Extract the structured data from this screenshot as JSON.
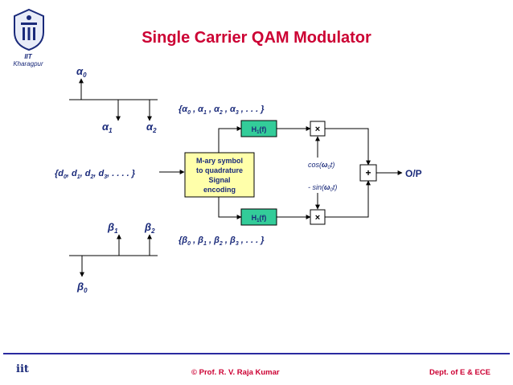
{
  "slide": {
    "title": "Single Carrier QAM Modulator",
    "logo_line1": "IIT",
    "logo_line2": "Kharagpur",
    "footer_logo": "iit",
    "footer_copyright": "© Prof. R. V. Raja Kumar",
    "footer_dept": "Dept. of E & ECE"
  },
  "diagram": {
    "alpha0": "α0",
    "alpha1": "α1",
    "alpha2": "α2",
    "beta0": "β0",
    "beta1": "β1",
    "beta2": "β2",
    "input_sequence": "{d0, d1, d2, d3, . . . . }",
    "alpha_sequence": "{α0 , α1 , α2 , α3 , . . . }",
    "beta_sequence": "{β0 , β1 , β2 , β3 , . . . }",
    "mapper_line1": "M-ary symbol",
    "mapper_line2": "to quadrature",
    "mapper_line3": "Signal",
    "mapper_line4": "encoding",
    "filter_top": "H1(f)",
    "filter_bottom": "H1(f)",
    "mult_symbol": "×",
    "sum_symbol": "+",
    "cos_label": "cos(ω0t)",
    "sin_label": "- sin(ω0t)",
    "output_label": "O/P"
  },
  "colors": {
    "title": "#cc0033",
    "diagram_text": "#1a2a7a",
    "filter_fill": "#33cc99",
    "mapper_fill": "#ffffaa",
    "footer_line": "#2a2aa0"
  }
}
